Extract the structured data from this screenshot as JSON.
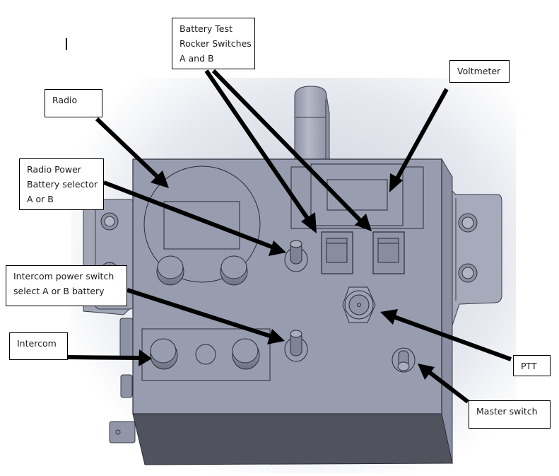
{
  "figure": {
    "subject": "Radio and intercom control box (CAD render)",
    "callouts": {
      "battery_test": {
        "lines": [
          "Battery Test",
          "Rocker Switches",
          "A and B"
        ]
      },
      "voltmeter": {
        "lines": [
          "Voltmeter"
        ]
      },
      "radio": {
        "lines": [
          "Radio"
        ]
      },
      "radio_power": {
        "lines": [
          "Radio Power",
          "Battery selector",
          "A or B"
        ]
      },
      "intercom_power": {
        "lines": [
          "Intercom power switch",
          "select A or B battery"
        ]
      },
      "intercom": {
        "lines": [
          "Intercom"
        ]
      },
      "ptt": {
        "lines": [
          "PTT"
        ]
      },
      "master_switch": {
        "lines": [
          "Master switch"
        ]
      }
    },
    "colors": {
      "panel_face": "#979cae",
      "panel_bottom": "#50525e",
      "panel_side": "#8a8fa2",
      "bracket": "#9da2b4",
      "outline": "#2a2c36",
      "arrow": "#000000",
      "background_shadow": "#dfe1ea"
    }
  }
}
